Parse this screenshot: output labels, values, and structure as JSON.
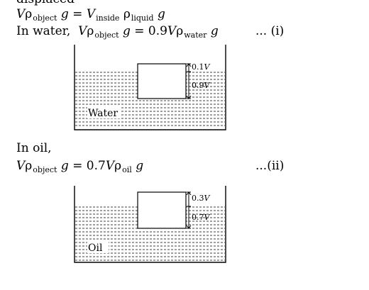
{
  "header_partial": "displaced",
  "eq_general": {
    "v": "V",
    "rho1": "ρ",
    "sub1": "object",
    "g1": "g",
    "eq": "=",
    "v2": "V",
    "sub2": "inside",
    "rho2": "ρ",
    "sub3": "liquid",
    "g2": "g"
  },
  "water_line": {
    "prefix": "In water,",
    "v": "V",
    "rho1": "ρ",
    "sub1": "object",
    "g1": "g",
    "rhs": "= 0.9",
    "v2": "V",
    "rho2": "ρ",
    "sub2": "water",
    "g2": "g",
    "tag": "... (i)"
  },
  "diagram_water": {
    "liquid_label": "Water",
    "above_fraction": "0.1",
    "below_fraction": "0.9",
    "unit_var": "V"
  },
  "oil_heading": "In oil,",
  "oil_line": {
    "v": "V",
    "rho1": "ρ",
    "sub1": "object",
    "g1": "g",
    "rhs": "= 0.7",
    "v2": "V",
    "rho2": "ρ",
    "sub2": "oil",
    "g2": "g",
    "tag": "...(ii)"
  },
  "diagram_oil": {
    "liquid_label": "Oil",
    "above_fraction": "0.3",
    "below_fraction": "0.7",
    "unit_var": "V"
  }
}
